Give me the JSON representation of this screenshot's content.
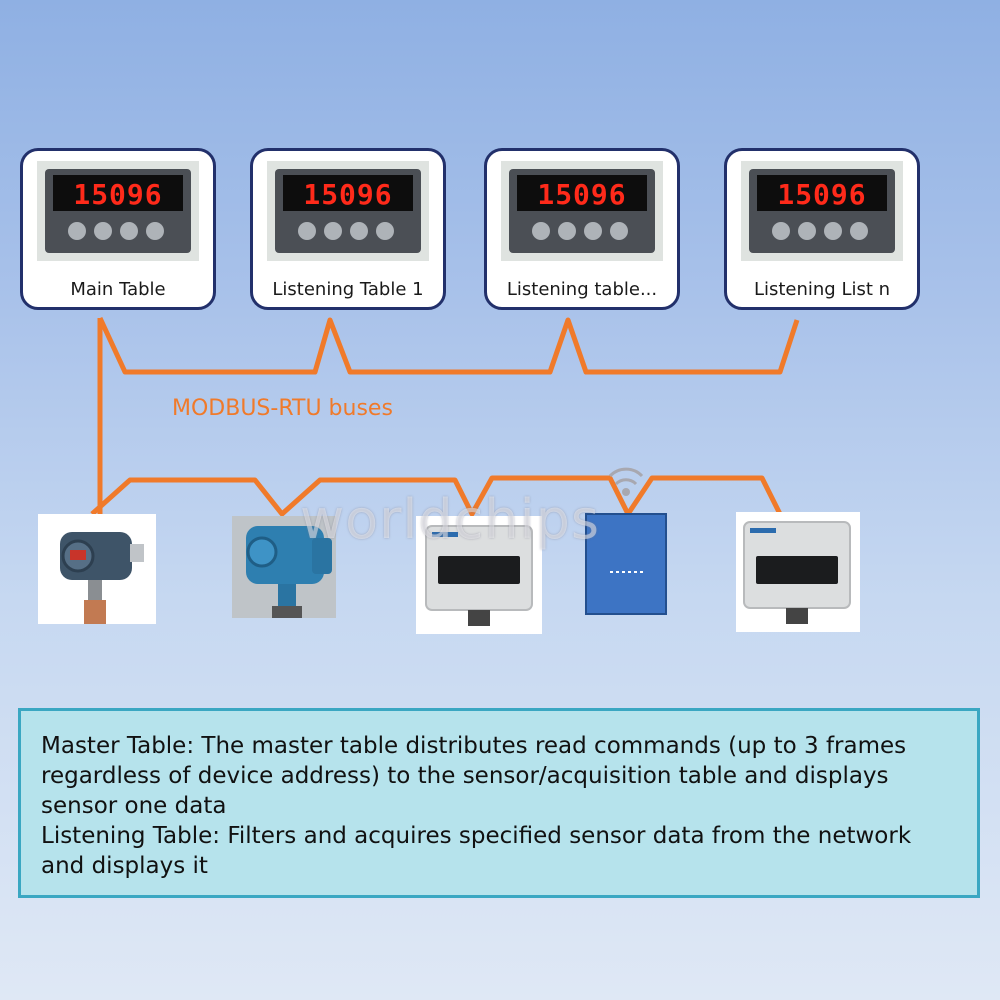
{
  "tables": [
    {
      "label": "Main Table",
      "reading": "15096"
    },
    {
      "label": "Listening Table 1",
      "reading": "15096"
    },
    {
      "label": "Listening table...",
      "reading": "15096"
    },
    {
      "label": "Listening List n",
      "reading": "15096"
    }
  ],
  "bus_label": "MODBUS-RTU buses",
  "watermark": "worldchips",
  "devices": [
    "pressure-transmitter-icon",
    "blue-transmitter-icon",
    "siemens-sensor-icon",
    "wireless-module-icon",
    "siemens-sensor-icon"
  ],
  "description": {
    "master": "Master Table: The master table distributes read commands (up to 3 frames regardless of device address) to the sensor/acquisition table and displays sensor one data",
    "listening": "Listening Table: Filters and acquires specified sensor data from the network and displays it"
  },
  "colors": {
    "bus": "#f07a2a",
    "card_border": "#22306b",
    "digits": "#ff2a1a",
    "info_bg": "#b6e3ec",
    "info_border": "#3aa7c2"
  }
}
